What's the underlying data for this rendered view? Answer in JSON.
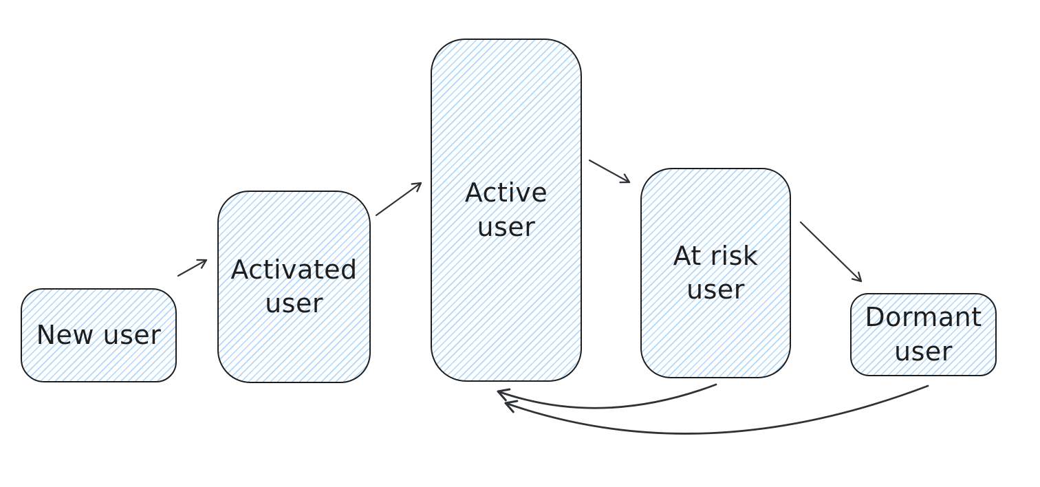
{
  "diagram": {
    "nodes": [
      {
        "id": "new-user",
        "label": "New user"
      },
      {
        "id": "activated-user",
        "label": "Activated user"
      },
      {
        "id": "active-user",
        "label": "Active user"
      },
      {
        "id": "at-risk-user",
        "label": "At risk user"
      },
      {
        "id": "dormant-user",
        "label": "Dormant user"
      }
    ],
    "edges": [
      {
        "from": "New user",
        "to": "Activated user",
        "type": "straight-arrow"
      },
      {
        "from": "Activated user",
        "to": "Active user",
        "type": "straight-arrow"
      },
      {
        "from": "Active user",
        "to": "At risk user",
        "type": "straight-arrow"
      },
      {
        "from": "At risk user",
        "to": "Dormant user",
        "type": "straight-arrow"
      },
      {
        "from": "At risk user",
        "to": "Active user",
        "type": "curved-arrow"
      },
      {
        "from": "Dormant user",
        "to": "Active user",
        "type": "curved-arrow"
      }
    ],
    "colors": {
      "stroke": "#1e1e1e",
      "hatch_fill": "#8cc3f5",
      "arrow": "#2f3337",
      "background": "#ffffff"
    }
  }
}
